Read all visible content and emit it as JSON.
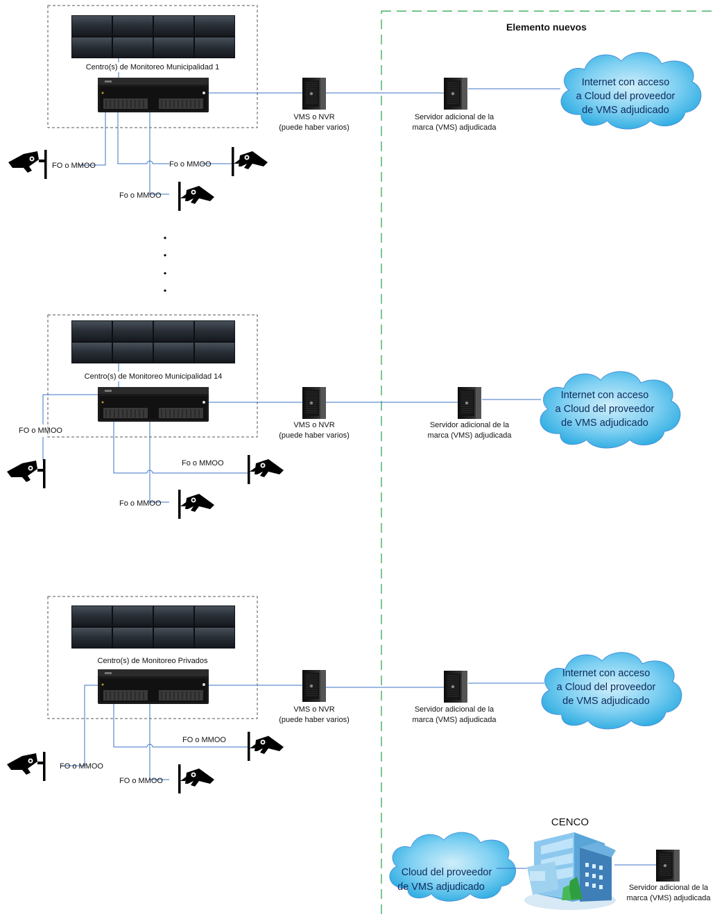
{
  "new_elements_title": "Elemento nuevos",
  "colors": {
    "link": "#3a73c4",
    "new_zone_border": "#22a04a",
    "new_zone_title": "#1fa33f",
    "cloud_fill": "#2fb7ea",
    "cloud_stroke": "#4a90d9",
    "box_border": "#555555"
  },
  "sites": [
    {
      "center_label": "Centro(s) de Monitoreo Municipalidad 1",
      "vms_label_1": "VMS o NVR",
      "vms_label_2": "(puede haber varios)",
      "server_label_1": "Servidor adicional de la",
      "server_label_2": "marca (VMS) adjudicada",
      "cloud_line_1": "Internet con acceso",
      "cloud_line_2": "a Cloud del proveedor",
      "cloud_line_3": "de VMS adjudicado",
      "link_left": "FO o MMOO",
      "link_right": "Fo o MMOO",
      "link_bottom": "Fo o MMOO"
    },
    {
      "center_label": "Centro(s) de Monitoreo Municipalidad 14",
      "vms_label_1": "VMS o NVR",
      "vms_label_2": "(puede haber varios)",
      "server_label_1": "Servidor adicional de la",
      "server_label_2": "marca (VMS) adjudicada",
      "cloud_line_1": "Internet con acceso",
      "cloud_line_2": "a Cloud del proveedor",
      "cloud_line_3": "de VMS adjudicado",
      "link_left": "FO o MMOO",
      "link_right": "Fo o MMOO",
      "link_bottom": "Fo o MMOO"
    },
    {
      "center_label": "Centro(s) de Monitoreo Privados",
      "vms_label_1": "VMS o NVR",
      "vms_label_2": "(puede haber varios)",
      "server_label_1": "Servidor adicional de la",
      "server_label_2": "marca (VMS) adjudicada",
      "cloud_line_1": "Internet con acceso",
      "cloud_line_2": "a Cloud del proveedor",
      "cloud_line_3": "de VMS adjudicado",
      "link_left": "FO o MMOO",
      "link_right": "FO o MMOO",
      "link_bottom": "FO o MMOO"
    }
  ],
  "cenco": {
    "title": "CENCO",
    "cloud_line_1": "Cloud del proveedor",
    "cloud_line_2": "de VMS adjudicado",
    "server_label_1": "Servidor adicional de la",
    "server_label_2": "marca (VMS) adjudicada"
  }
}
